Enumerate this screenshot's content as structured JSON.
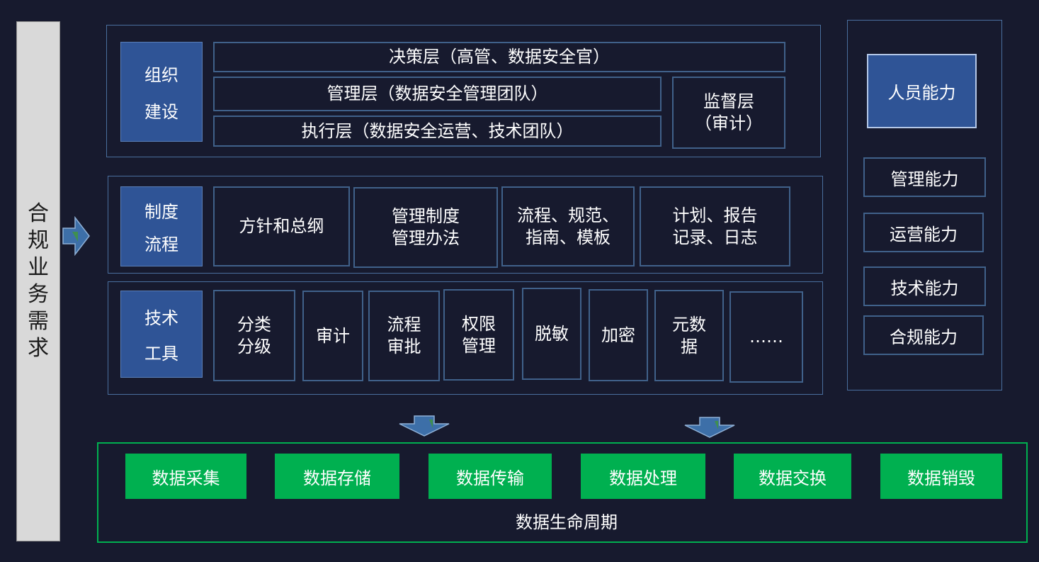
{
  "left_sidebar": {
    "text": "合\n规\n业\n务\n需\n求"
  },
  "org": {
    "label_line1": "组织",
    "label_line2": "建设",
    "decision": "决策层（高管、数据安全官）",
    "management": "管理层（数据安全管理团队）",
    "execution": "执行层（数据安全运营、技术团队）",
    "supervision": "监督层\n（审计）"
  },
  "policy": {
    "label_line1": "制度",
    "label_line2": "流程",
    "items": [
      "方针和总纲",
      "管理制度\n管理办法",
      "流程、规范、\n指南、模板",
      "计划、报告\n记录、日志"
    ]
  },
  "tech": {
    "label_line1": "技术",
    "label_line2": "工具",
    "items": [
      "分类\n分级",
      "审计",
      "流程\n审批",
      "权限\n管理",
      "脱敏",
      "加密",
      "元数\n据",
      "……"
    ]
  },
  "capabilities": {
    "primary": "人员能力",
    "items": [
      "管理能力",
      "运营能力",
      "技术能力",
      "合规能力"
    ]
  },
  "lifecycle": {
    "title": "数据生命周期",
    "stages": [
      "数据采集",
      "数据存储",
      "数据传输",
      "数据处理",
      "数据交换",
      "数据销毁"
    ]
  },
  "colors": {
    "background": "#171a2e",
    "label_fill": "#2f5496",
    "stage_fill": "#00b050",
    "lifecycle_border": "#00b050",
    "sidebar_fill": "#d9d9d9",
    "cell_border": "#40618a"
  }
}
